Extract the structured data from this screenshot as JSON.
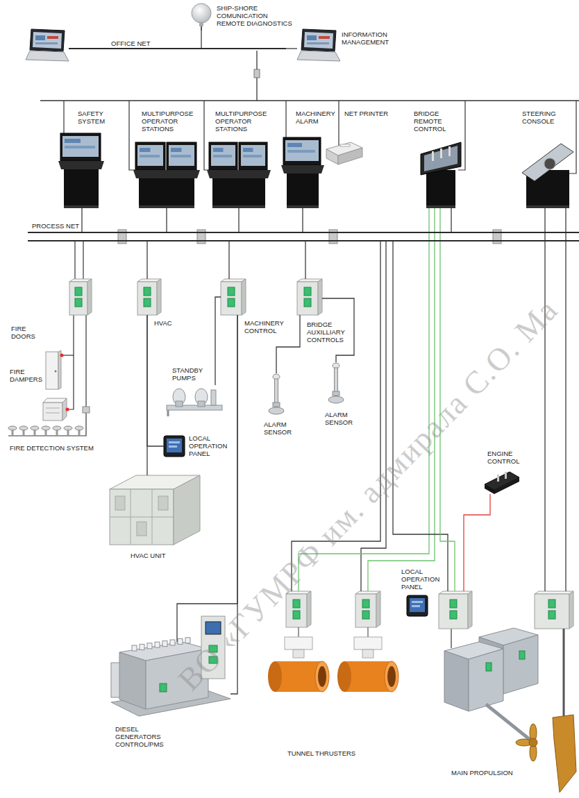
{
  "diagram": {
    "nodes": [
      {
        "text": [
          "SHIP-SHORE COMUNICATION REMOTE DIAGNOSTICS"
        ]
      },
      {
        "text": [
          "OFFICE NET"
        ]
      },
      {
        "text": [
          "INFORMATION MANAGEMENT"
        ]
      },
      {
        "text": [
          "SAFETY SYSTEM"
        ]
      },
      {
        "text": [
          "MULTIPURPOSE OPERATOR STATIONS"
        ]
      },
      {
        "text": [
          "MULTIPURPOSE OPERATOR STATIONS"
        ]
      },
      {
        "text": [
          "MACHINERY ALARM"
        ]
      },
      {
        "text": [
          "NET PRINTER"
        ]
      },
      {
        "text": [
          "BRIDGE REMOTE CONTROL"
        ]
      },
      {
        "text": [
          "STEERING CONSOLE"
        ]
      },
      {
        "text": [
          "PROCESS NET"
        ]
      },
      {
        "text": [
          "HVAC"
        ]
      },
      {
        "text": [
          "MACHINERY CONTROL"
        ]
      },
      {
        "text": [
          "BRIDGE AUXILLIARY CONTROLS"
        ]
      },
      {
        "text": [
          "FIRE DOORS"
        ]
      },
      {
        "text": [
          "STANDBY PUMPS"
        ]
      },
      {
        "text": [
          "FIRE DAMPERS"
        ]
      },
      {
        "text": [
          "ALARM SENSOR"
        ]
      },
      {
        "text": [
          "ALARM SENSOR"
        ]
      },
      {
        "text": [
          "LOCAL OPERATION PANEL"
        ]
      },
      {
        "text": [
          "FIRE DETECTION SYSTEM"
        ]
      },
      {
        "text": [
          "ENGINE CONTROL"
        ]
      },
      {
        "text": [
          "HVAC UNIT"
        ]
      },
      {
        "text": [
          "LOCAL OPERATION PANEL"
        ]
      },
      {
        "text": [
          "DIESEL GENERATORS CONTROL/PMS"
        ]
      },
      {
        "text": [
          "TUNNEL THRUSTERS"
        ]
      },
      {
        "text": [
          "MAIN PROPULSION"
        ]
      }
    ],
    "edges": [
      {
        "from": 0,
        "to": 1,
        "arrow": "none"
      },
      {
        "from": 2,
        "to": 1,
        "arrow": "none"
      },
      {
        "from": 3,
        "to": 10,
        "arrow": "none"
      },
      {
        "from": 4,
        "to": 10,
        "arrow": "none"
      },
      {
        "from": 5,
        "to": 10,
        "arrow": "none"
      },
      {
        "from": 6,
        "to": 10,
        "arrow": "none"
      },
      {
        "from": 8,
        "to": 10,
        "arrow": "none"
      },
      {
        "from": 10,
        "to": 11,
        "arrow": "none"
      },
      {
        "from": 10,
        "to": 12,
        "arrow": "none"
      },
      {
        "from": 10,
        "to": 13,
        "arrow": "none"
      },
      {
        "from": 11,
        "to": 19,
        "arrow": "none"
      },
      {
        "from": 11,
        "to": 22,
        "arrow": "none"
      },
      {
        "from": 12,
        "to": 15,
        "arrow": "none"
      },
      {
        "from": 12,
        "to": 24,
        "arrow": "none"
      },
      {
        "from": 12,
        "to": 24,
        "arrow": "none"
      },
      {
        "from": 13,
        "to": 17,
        "arrow": "none"
      },
      {
        "from": 13,
        "to": 18,
        "arrow": "none"
      },
      {
        "from": 10,
        "to": 25,
        "arrow": "none"
      },
      {
        "from": 10,
        "to": 25,
        "arrow": "none"
      },
      {
        "from": 8,
        "to": 25,
        "arrow": "none"
      },
      {
        "from": 8,
        "to": 25,
        "arrow": "none"
      },
      {
        "from": 10,
        "to": 26,
        "arrow": "none"
      },
      {
        "from": 8,
        "to": 26,
        "arrow": "none"
      },
      {
        "from": 21,
        "to": 26,
        "arrow": "none"
      },
      {
        "from": 9,
        "to": 26,
        "arrow": "none"
      },
      {
        "from": 9,
        "to": 26,
        "arrow": "none"
      }
    ],
    "labels": [
      "ВО «ГУМРФ им. адмирала С.О. Ма"
    ]
  }
}
